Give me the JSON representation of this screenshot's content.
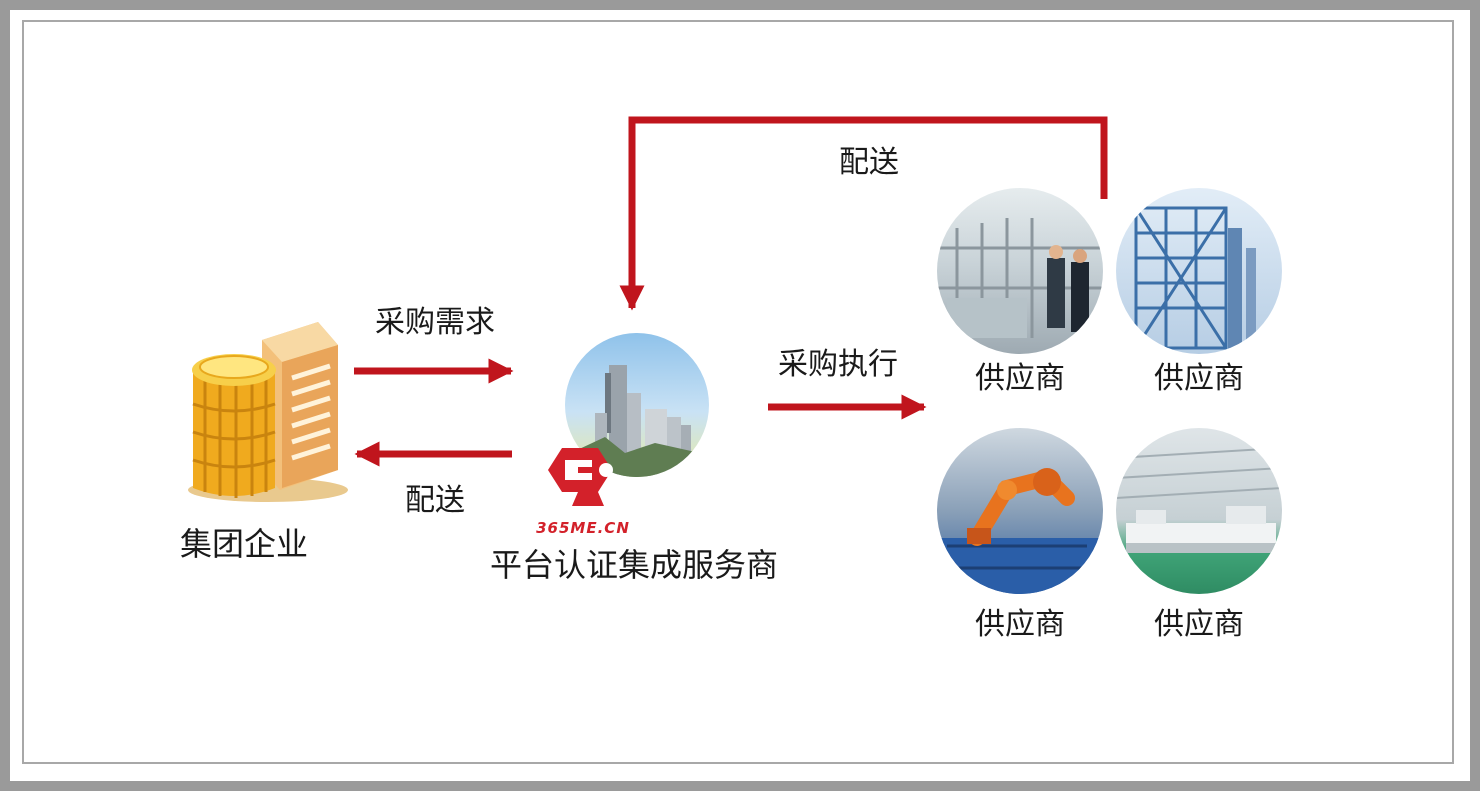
{
  "diagram": {
    "enterprise": {
      "label": "集团企业",
      "icon": "office-building-icon"
    },
    "integrator": {
      "label": "平台认证集成服务商",
      "logo_text": "365ME.CN",
      "icon": "cement-plant-photo"
    },
    "suppliers": [
      {
        "label": "供应商",
        "icon": "factory-meeting-photo"
      },
      {
        "label": "供应商",
        "icon": "steel-structure-photo"
      },
      {
        "label": "供应商",
        "icon": "industrial-robot-photo"
      },
      {
        "label": "供应商",
        "icon": "production-line-photo"
      }
    ],
    "flows": {
      "purchase_demand": "采购需求",
      "delivery_to_enterprise": "配送",
      "purchase_execution": "采购执行",
      "delivery_from_supplier": "配送"
    },
    "colors": {
      "arrow": "#c0151d",
      "logo": "#d3212a",
      "border": "#a8a8a8"
    }
  }
}
